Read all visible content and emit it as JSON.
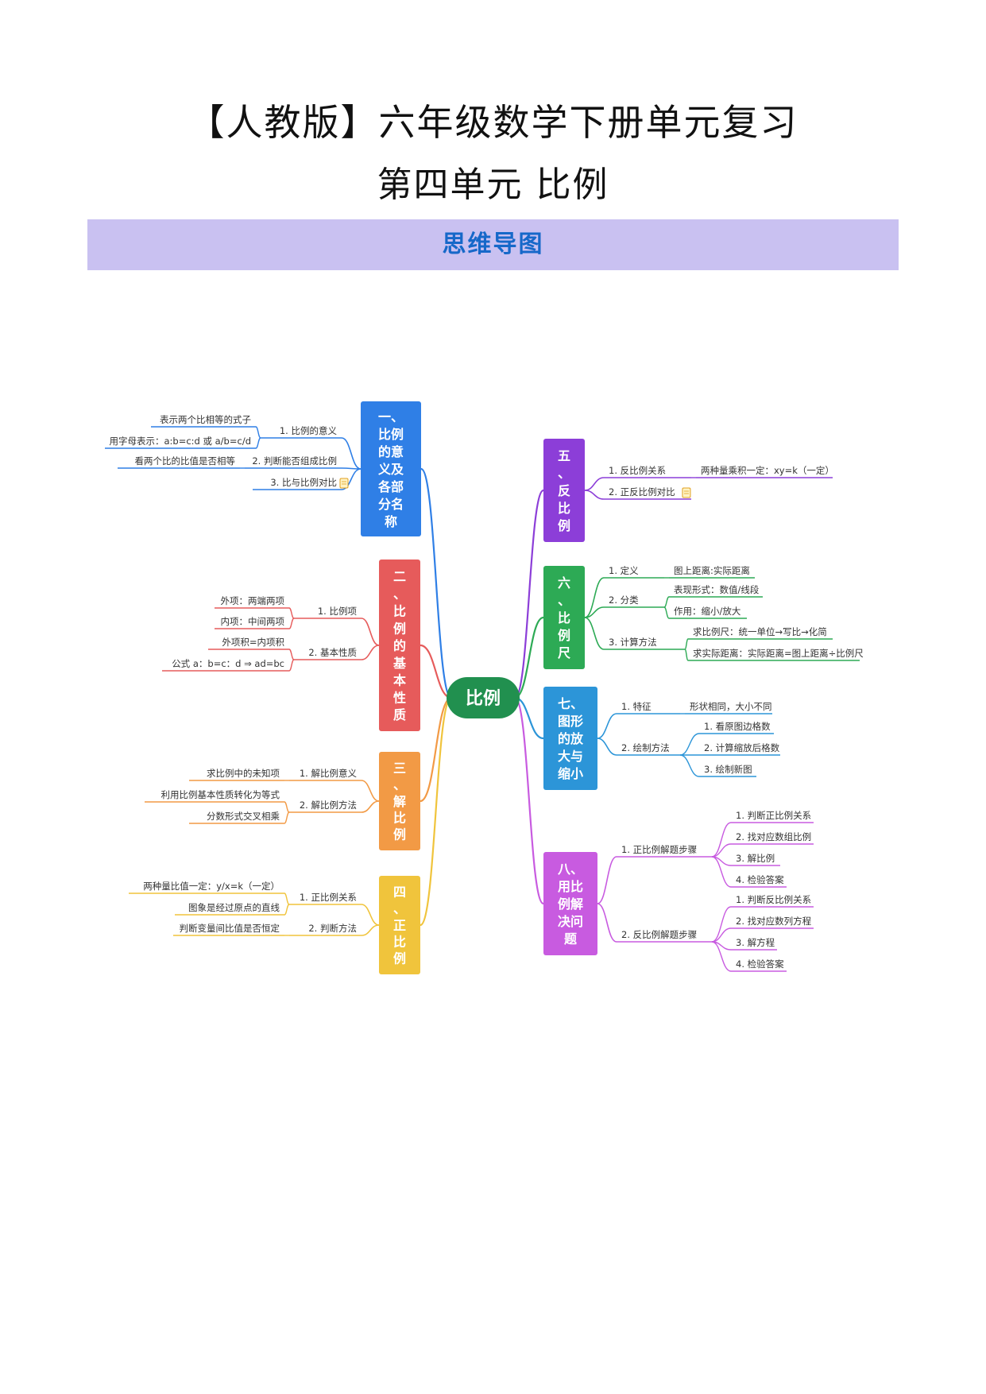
{
  "title": "【人教版】六年级数学下册单元复习",
  "subtitle": "第四单元  比例",
  "banner": "思维导图",
  "center": "比例",
  "colors": {
    "center": "#21904f",
    "b1": "#2f7fe6",
    "b2": "#e65b5b",
    "b3": "#f29a45",
    "b4": "#f0c43c",
    "b5": "#8c3ed8",
    "b6": "#2daa55",
    "b7": "#2c95d8",
    "b8": "#c85be0",
    "banner_bg": "#c9c1f1",
    "banner_text": "#1668c9"
  },
  "branches": [
    {
      "id": "b1",
      "label": "一、比例的意义及各部分名称",
      "side": "left",
      "children": [
        {
          "label": "1. 比例的意义",
          "children": [
            "表示两个比相等的式子",
            "用字母表示：a:b=c:d 或 a/b=c/d"
          ]
        },
        {
          "label": "2. 判断能否组成比例",
          "children": [
            "看两个比的比值是否相等"
          ]
        },
        {
          "label": "3. 比与比例对比",
          "children": [],
          "note_icon": true
        }
      ]
    },
    {
      "id": "b2",
      "label": "二、比例的基本性质",
      "side": "left",
      "children": [
        {
          "label": "1. 比例项",
          "children": [
            "外项：两端两项",
            "内项：中间两项"
          ]
        },
        {
          "label": "2. 基本性质",
          "children": [
            "外项积=内项积",
            "公式 a：b=c：d ⇒ ad=bc"
          ]
        }
      ]
    },
    {
      "id": "b3",
      "label": "三、解比例",
      "side": "left",
      "children": [
        {
          "label": "1. 解比例意义",
          "children": [
            "求比例中的未知项"
          ]
        },
        {
          "label": "2. 解比例方法",
          "children": [
            "利用比例基本性质转化为等式",
            "分数形式交叉相乘"
          ]
        }
      ]
    },
    {
      "id": "b4",
      "label": "四、正比例",
      "side": "left",
      "children": [
        {
          "label": "1. 正比例关系",
          "children": [
            "两种量比值一定：y/x=k（一定）",
            "图象是经过原点的直线"
          ]
        },
        {
          "label": "2. 判断方法",
          "children": [
            "判断变量间比值是否恒定"
          ]
        }
      ]
    },
    {
      "id": "b5",
      "label": "五、反比例",
      "side": "right",
      "children": [
        {
          "label": "1. 反比例关系",
          "children": [
            "两种量乘积一定：xy=k（一定）"
          ]
        },
        {
          "label": "2. 正反比例对比",
          "children": [],
          "note_icon": true
        }
      ]
    },
    {
      "id": "b6",
      "label": "六、比例尺",
      "side": "right",
      "children": [
        {
          "label": "1. 定义",
          "children": [
            "图上距离:实际距离"
          ]
        },
        {
          "label": "2. 分类",
          "children": [
            "表现形式：数值/线段",
            "作用：缩小/放大"
          ]
        },
        {
          "label": "3. 计算方法",
          "children": [
            "求比例尺：统一单位→写比→化简",
            "求实际距离：实际距离=图上距离÷比例尺"
          ]
        }
      ]
    },
    {
      "id": "b7",
      "label": "七、图形的放大与缩小",
      "side": "right",
      "children": [
        {
          "label": "1. 特征",
          "children": [
            "形状相同，大小不同"
          ]
        },
        {
          "label": "2. 绘制方法",
          "children": [
            "1. 看原图边格数",
            "2. 计算缩放后格数",
            "3. 绘制新图"
          ]
        }
      ]
    },
    {
      "id": "b8",
      "label": "八、用比例解决问题",
      "side": "right",
      "children": [
        {
          "label": "1. 正比例解题步骤",
          "children": [
            "1. 判断正比例关系",
            "2. 找对应数组比例",
            "3. 解比例",
            "4. 检验答案"
          ]
        },
        {
          "label": "2. 反比例解题步骤",
          "children": [
            "1. 判断反比例关系",
            "2. 找对应数列方程",
            "3. 解方程",
            "4. 检验答案"
          ]
        }
      ]
    }
  ]
}
